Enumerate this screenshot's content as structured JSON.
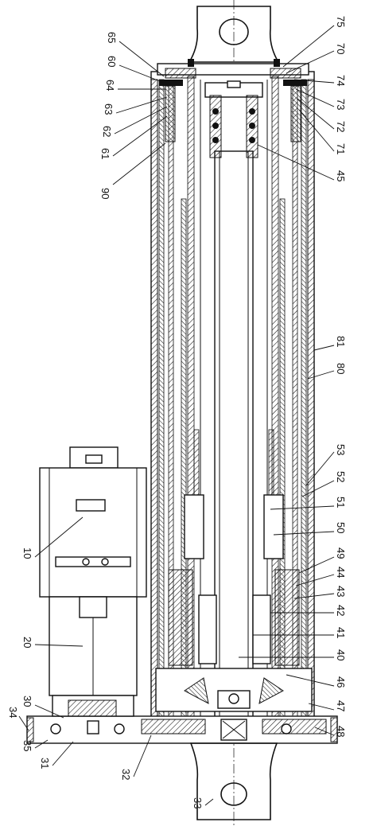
{
  "figure": {
    "callouts": [
      {
        "id": "65",
        "text": "65"
      },
      {
        "id": "60",
        "text": "60"
      },
      {
        "id": "64",
        "text": "64"
      },
      {
        "id": "63",
        "text": "63"
      },
      {
        "id": "62",
        "text": "62"
      },
      {
        "id": "61",
        "text": "61"
      },
      {
        "id": "90",
        "text": "90"
      },
      {
        "id": "75",
        "text": "75"
      },
      {
        "id": "70",
        "text": "70"
      },
      {
        "id": "74",
        "text": "74"
      },
      {
        "id": "73",
        "text": "73"
      },
      {
        "id": "72",
        "text": "72"
      },
      {
        "id": "71",
        "text": "71"
      },
      {
        "id": "45",
        "text": "45"
      },
      {
        "id": "81",
        "text": "81"
      },
      {
        "id": "80",
        "text": "80"
      },
      {
        "id": "53",
        "text": "53"
      },
      {
        "id": "52",
        "text": "52"
      },
      {
        "id": "51",
        "text": "51"
      },
      {
        "id": "50",
        "text": "50"
      },
      {
        "id": "49",
        "text": "49"
      },
      {
        "id": "44",
        "text": "44"
      },
      {
        "id": "43",
        "text": "43"
      },
      {
        "id": "42",
        "text": "42"
      },
      {
        "id": "41",
        "text": "41"
      },
      {
        "id": "40",
        "text": "40"
      },
      {
        "id": "46",
        "text": "46"
      },
      {
        "id": "47",
        "text": "47"
      },
      {
        "id": "48",
        "text": "48"
      },
      {
        "id": "10",
        "text": "10"
      },
      {
        "id": "20",
        "text": "20"
      },
      {
        "id": "34",
        "text": "34"
      },
      {
        "id": "30",
        "text": "30"
      },
      {
        "id": "35",
        "text": "35"
      },
      {
        "id": "31",
        "text": "31"
      },
      {
        "id": "32",
        "text": "32"
      },
      {
        "id": "33",
        "text": "33"
      }
    ]
  },
  "colors": {
    "ink": "#111111",
    "paper": "#ffffff"
  }
}
